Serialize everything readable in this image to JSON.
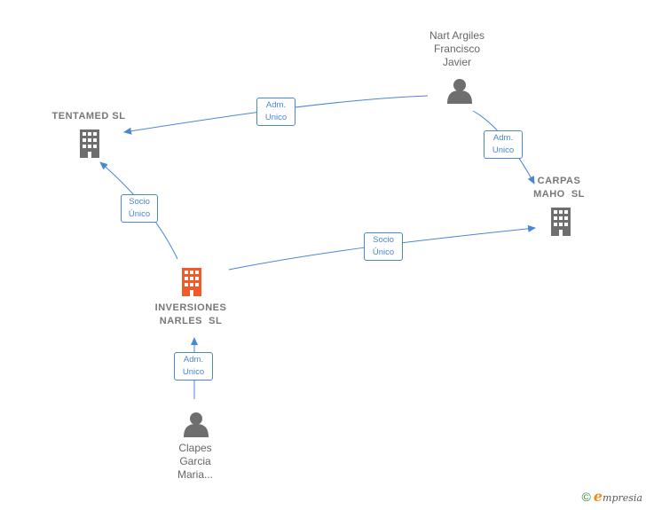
{
  "nodes": {
    "nart": {
      "name": "Nart Argiles Francisco Javier",
      "lines": [
        "Nart Argiles",
        "Francisco",
        "Javier"
      ],
      "kind": "person"
    },
    "tentamed": {
      "name": "TENTAMED SL",
      "lines": [
        "TENTAMED SL"
      ],
      "kind": "company"
    },
    "carpas": {
      "name": "CARPAS MAHO SL",
      "lines": [
        "CARPAS",
        "MAHO  SL"
      ],
      "kind": "company"
    },
    "inversiones": {
      "name": "INVERSIONES NARLES SL",
      "lines": [
        "INVERSIONES",
        "NARLES  SL"
      ],
      "kind": "company-focus"
    },
    "clapes": {
      "name": "Clapes Garcia Maria...",
      "lines": [
        "Clapes",
        "Garcia",
        "Maria..."
      ],
      "kind": "person"
    }
  },
  "edges": {
    "nart_tentamed": {
      "from": "Nart Argiles Francisco Javier",
      "to": "TENTAMED SL",
      "label": [
        "Adm.",
        "Unico"
      ]
    },
    "nart_carpas": {
      "from": "Nart Argiles Francisco Javier",
      "to": "CARPAS MAHO SL",
      "label": [
        "Adm.",
        "Unico"
      ]
    },
    "inversiones_tentamed": {
      "from": "INVERSIONES NARLES SL",
      "to": "TENTAMED SL",
      "label": [
        "Socio",
        "Único"
      ]
    },
    "inversiones_carpas": {
      "from": "INVERSIONES NARLES SL",
      "to": "CARPAS MAHO SL",
      "label": [
        "Socio",
        "Único"
      ]
    },
    "clapes_inversiones": {
      "from": "Clapes Garcia Maria...",
      "to": "INVERSIONES NARLES SL",
      "label": [
        "Adm.",
        "Unico"
      ]
    }
  },
  "colors": {
    "edge": "#4a86d4",
    "company": "#6e6e6e",
    "focus": "#f05a28",
    "person": "#6e6e6e"
  },
  "footer": {
    "copyright": "©",
    "brand_initial": "e",
    "brand_rest": "mpresia"
  }
}
